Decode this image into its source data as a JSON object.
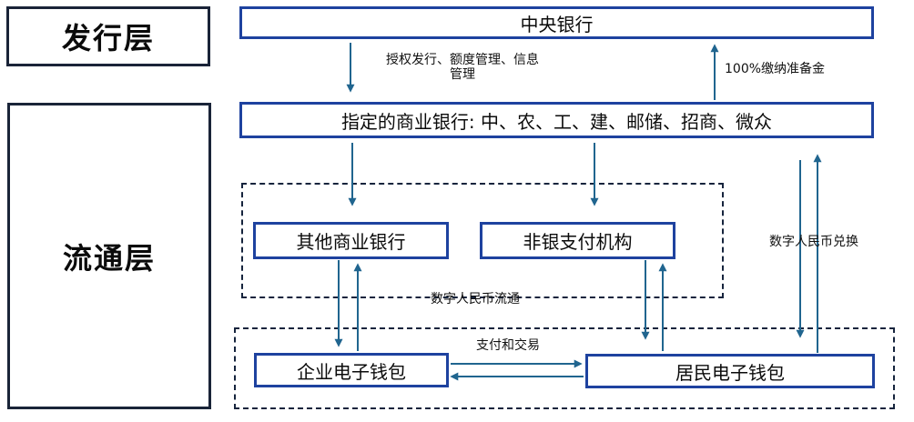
{
  "layers": {
    "issuance": {
      "label": "发行层"
    },
    "circulation": {
      "label": "流通层"
    }
  },
  "nodes": {
    "central_bank": {
      "label": "中央银行"
    },
    "designated_banks": {
      "label": "指定的商业银行: 中、农、工、建、邮储、招商、微众"
    },
    "other_banks": {
      "label": "其他商业银行"
    },
    "nonbank_payment": {
      "label": "非银支付机构"
    },
    "enterprise_wallet": {
      "label": "企业电子钱包"
    },
    "resident_wallet": {
      "label": "居民电子钱包"
    }
  },
  "edge_labels": {
    "authorize": "授权发行、额度管理、信息\n管理",
    "reserve": "100%缴纳准备金",
    "exchange": "数字人民币兑换",
    "circulation_flow": "数字人民币流通",
    "payment": "支付和交易"
  },
  "edges": [
    {
      "from": "central_bank",
      "to": "designated_banks",
      "direction": "down",
      "label": "授权发行、额度管理、信息管理"
    },
    {
      "from": "designated_banks",
      "to": "central_bank",
      "direction": "up",
      "label": "100%缴纳准备金"
    },
    {
      "from": "designated_banks",
      "to": "other_banks",
      "direction": "down",
      "label": ""
    },
    {
      "from": "designated_banks",
      "to": "nonbank_payment",
      "direction": "down",
      "label": ""
    },
    {
      "from": "other_banks",
      "to": "enterprise_wallet",
      "direction": "both",
      "label": ""
    },
    {
      "from": "nonbank_payment",
      "to": "resident_wallet",
      "direction": "both",
      "label": ""
    },
    {
      "from": "designated_banks",
      "to": "resident_wallet",
      "direction": "both",
      "label": "数字人民币兑换"
    },
    {
      "from": "enterprise_wallet",
      "to": "resident_wallet",
      "direction": "both",
      "label": "支付和交易"
    }
  ],
  "colors": {
    "node_border": "#1e429f",
    "layer_border": "#1a2438",
    "dashed_border": "#16243d",
    "arrow": "#20658f",
    "text": "#000000",
    "background": "#ffffff"
  }
}
